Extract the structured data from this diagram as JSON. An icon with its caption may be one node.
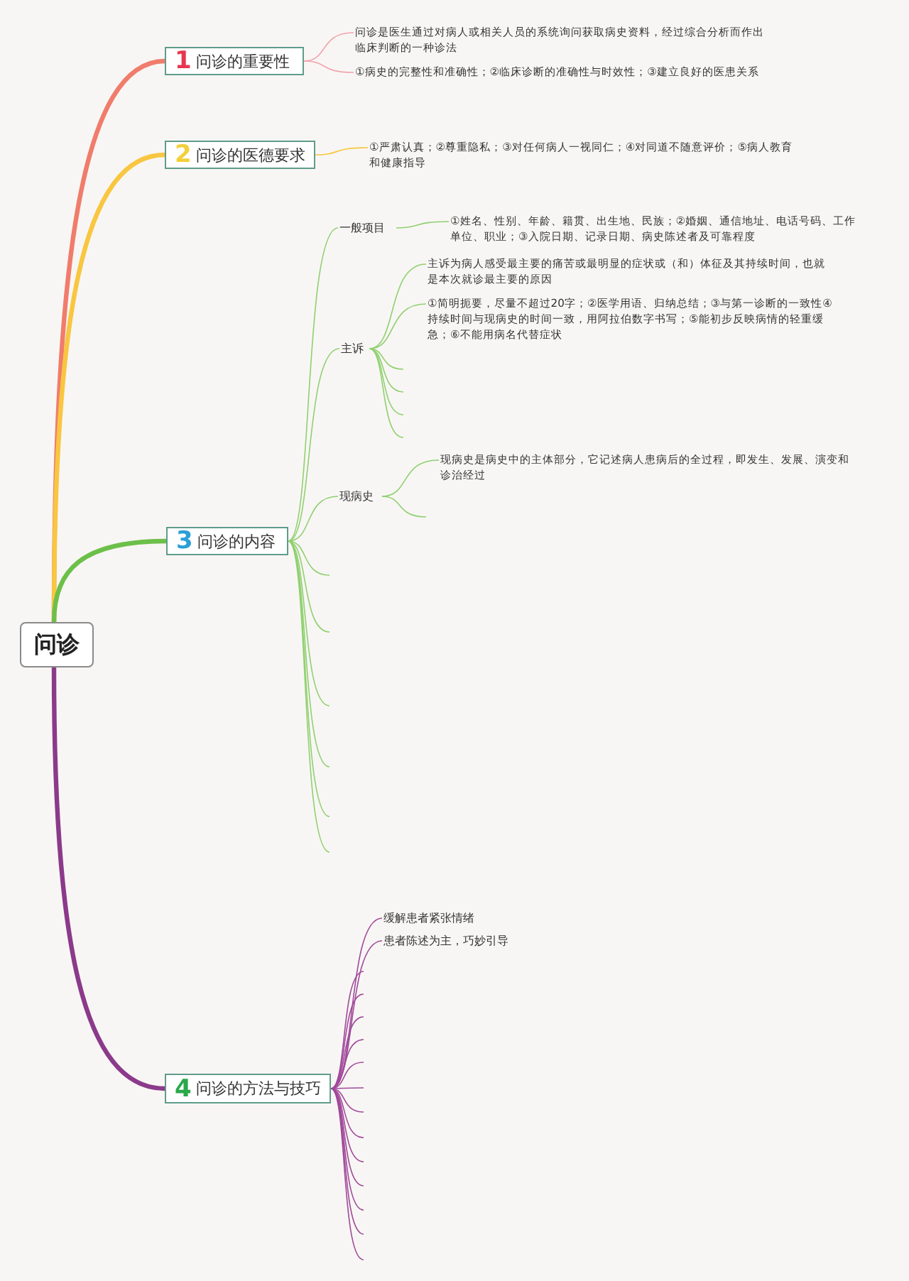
{
  "diagram": {
    "nodes": [
      {
        "text": [
          "问诊"
        ]
      },
      {
        "text": [
          "1",
          "问诊的重要性"
        ]
      },
      {
        "text": [
          "2",
          "问诊的医德要求"
        ]
      },
      {
        "text": [
          "3",
          "问诊的内容"
        ]
      },
      {
        "text": [
          "4",
          "问诊的方法与技巧"
        ]
      },
      {
        "text": [
          "问诊是医生通过对病人或相关人员的系统询问获取病史资料，经过综合分析而作出临床判断的一种诊法"
        ]
      },
      {
        "text": [
          "①病史的完整性和准确性；②临床诊断的准确性与时效性；③建立良好的医患关系"
        ]
      },
      {
        "text": [
          "①严肃认真；②尊重隐私；③对任何病人一视同仁；④对同道不随意评价；⑤病人教育和健康指导"
        ]
      },
      {
        "text": [
          "一般项目"
        ]
      },
      {
        "text": [
          "①姓名、性别、年龄、籍贯、出生地、民族；②婚姻、通信地址、电话号码、工作单位、职业；③入院日期、记录日期、病史陈述者及可靠程度"
        ]
      },
      {
        "text": [
          "主诉"
        ]
      },
      {
        "text": [
          "主诉为病人感受最主要的痛苦或最明显的症状或（和）体征及其持续时间，也就是本次就诊最主要的原因"
        ]
      },
      {
        "text": [
          "①简明扼要，尽量不超过20字；②医学用语、归纳总结；③与第一诊断的一致性④持续时间与现病史的时间一致，用阿拉伯数字书写；⑤能初步反映病情的轻重缓急；⑥不能用病名代替症状"
        ]
      },
      {
        "text": [
          "现病史"
        ]
      },
      {
        "text": [
          "现病史是病史中的主体部分，它记述病人患病后的全过程，即发生、发展、演变和诊治经过"
        ]
      },
      {
        "text": [
          "缓解患者紧张情绪"
        ]
      },
      {
        "text": [
          "患者陈述为主，巧妙引导"
        ]
      }
    ],
    "edges": [
      {
        "from": 0,
        "to": 1,
        "arrow": "none",
        "style": "thick",
        "color": "#f07c6c"
      },
      {
        "from": 0,
        "to": 2,
        "arrow": "none",
        "style": "thick",
        "color": "#f8c640"
      },
      {
        "from": 0,
        "to": 3,
        "arrow": "none",
        "style": "thick",
        "color": "#6cc04a"
      },
      {
        "from": 0,
        "to": 4,
        "arrow": "none",
        "style": "thick",
        "color": "#8b3a8b"
      },
      {
        "from": 1,
        "to": 5,
        "arrow": "none",
        "color": "#f2a4ac"
      },
      {
        "from": 1,
        "to": 6,
        "arrow": "none",
        "color": "#f2a4ac"
      },
      {
        "from": 2,
        "to": 7,
        "arrow": "none",
        "color": "#f8c640"
      },
      {
        "from": 3,
        "to": 8,
        "arrow": "none",
        "color": "#8fd070"
      },
      {
        "from": 3,
        "to": 10,
        "arrow": "none",
        "color": "#8fd070"
      },
      {
        "from": 3,
        "to": 13,
        "arrow": "none",
        "color": "#8fd070"
      },
      {
        "from": 3,
        "to": null,
        "arrow": "none",
        "color": "#8fd070"
      },
      {
        "from": 3,
        "to": null,
        "arrow": "none",
        "color": "#8fd070"
      },
      {
        "from": 3,
        "to": null,
        "arrow": "none",
        "color": "#8fd070"
      },
      {
        "from": 3,
        "to": null,
        "arrow": "none",
        "color": "#8fd070"
      },
      {
        "from": 3,
        "to": null,
        "arrow": "none",
        "color": "#8fd070"
      },
      {
        "from": 3,
        "to": null,
        "arrow": "none",
        "color": "#8fd070"
      },
      {
        "from": 8,
        "to": 9,
        "arrow": "none",
        "color": "#8fd070"
      },
      {
        "from": 10,
        "to": 11,
        "arrow": "none",
        "color": "#8fd070"
      },
      {
        "from": 10,
        "to": 12,
        "arrow": "none",
        "color": "#8fd070"
      },
      {
        "from": 10,
        "to": null,
        "arrow": "none",
        "color": "#8fd070"
      },
      {
        "from": 10,
        "to": null,
        "arrow": "none",
        "color": "#8fd070"
      },
      {
        "from": 10,
        "to": null,
        "arrow": "none",
        "color": "#8fd070"
      },
      {
        "from": 10,
        "to": null,
        "arrow": "none",
        "color": "#8fd070"
      },
      {
        "from": 13,
        "to": 14,
        "arrow": "none",
        "color": "#8fd070"
      },
      {
        "from": 13,
        "to": null,
        "arrow": "none",
        "color": "#8fd070"
      },
      {
        "from": 4,
        "to": 15,
        "arrow": "none",
        "color": "#a04a9a"
      },
      {
        "from": 4,
        "to": 16,
        "arrow": "none",
        "color": "#a04a9a"
      },
      {
        "from": 4,
        "to": null,
        "arrow": "none",
        "color": "#a04a9a"
      },
      {
        "from": 4,
        "to": null,
        "arrow": "none",
        "color": "#a04a9a"
      },
      {
        "from": 4,
        "to": null,
        "arrow": "none",
        "color": "#a04a9a"
      },
      {
        "from": 4,
        "to": null,
        "arrow": "none",
        "color": "#a04a9a"
      },
      {
        "from": 4,
        "to": null,
        "arrow": "none",
        "color": "#a04a9a"
      },
      {
        "from": 4,
        "to": null,
        "arrow": "none",
        "color": "#a04a9a"
      },
      {
        "from": 4,
        "to": null,
        "arrow": "none",
        "color": "#a04a9a"
      },
      {
        "from": 4,
        "to": null,
        "arrow": "none",
        "color": "#a04a9a"
      },
      {
        "from": 4,
        "to": null,
        "arrow": "none",
        "color": "#a04a9a"
      },
      {
        "from": 4,
        "to": null,
        "arrow": "none",
        "color": "#a04a9a"
      },
      {
        "from": 4,
        "to": null,
        "arrow": "none",
        "color": "#a04a9a"
      },
      {
        "from": 4,
        "to": null,
        "arrow": "none",
        "color": "#a04a9a"
      },
      {
        "from": 4,
        "to": null,
        "arrow": "none",
        "color": "#a04a9a"
      }
    ]
  }
}
